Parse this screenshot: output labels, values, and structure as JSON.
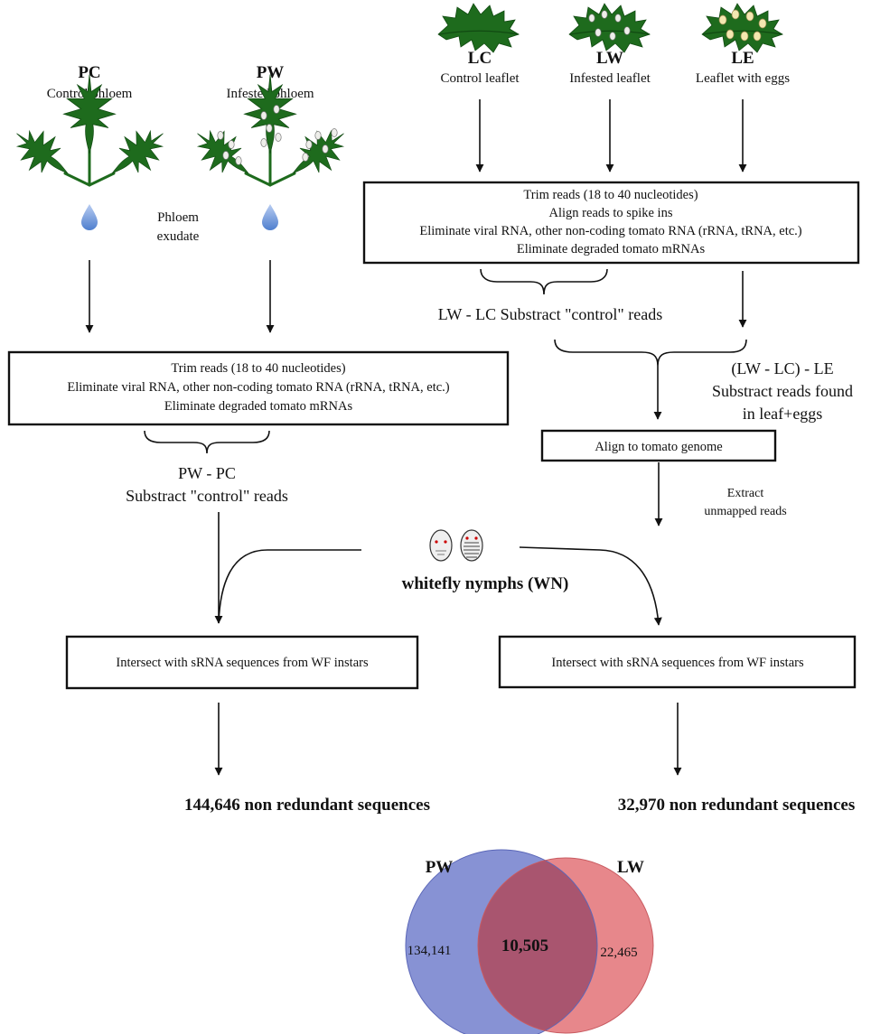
{
  "samples": {
    "pc": {
      "code": "PC",
      "label": "Control phloem"
    },
    "pw": {
      "code": "PW",
      "label": "Infested phloem"
    },
    "lc": {
      "code": "LC",
      "label": "Control leaflet"
    },
    "lw": {
      "code": "LW",
      "label": "Infested leaflet"
    },
    "le": {
      "code": "LE",
      "label": "Leaflet with eggs"
    }
  },
  "phloem_exudate": [
    "Phloem",
    "exudate"
  ],
  "left_box": [
    "Trim reads (18 to 40 nucleotides)",
    "Eliminate viral RNA, other non-coding tomato RNA (rRNA, tRNA, etc.)",
    "Eliminate degraded tomato mRNAs"
  ],
  "right_box": [
    "Trim reads (18 to 40 nucleotides)",
    "Align reads to spike ins",
    "Eliminate viral RNA, other non-coding tomato RNA (rRNA, tRNA, etc.)",
    "Eliminate degraded tomato mRNAs"
  ],
  "left_subtract": [
    "PW - PC",
    "Substract \"control\" reads"
  ],
  "right_subtract": "LW - LC Substract \"control\" reads",
  "egg_subtract": [
    "(LW - LC) - LE",
    "Substract reads found",
    "in leaf+eggs"
  ],
  "align_box": "Align to tomato genome",
  "extract_note": [
    "Extract",
    "unmapped reads"
  ],
  "whitefly_label": "whitefly nymphs (WN)",
  "intersect_left": "Intersect with sRNA sequences from WF instars",
  "intersect_right": "Intersect with sRNA sequences from WF instars",
  "result_left": "144,646 non redundant sequences",
  "result_right": "32,970 non redundant sequences",
  "venn": {
    "left_label": "PW",
    "right_label": "LW",
    "left_only": "134,141",
    "overlap": "10,505",
    "right_only": "22,465",
    "left_color": "#7a86cf",
    "right_color": "#e47a7e",
    "overlap_color": "#a9556f"
  },
  "colors": {
    "leaf": "#1e6b1d",
    "droplet": "#6f95d8"
  }
}
